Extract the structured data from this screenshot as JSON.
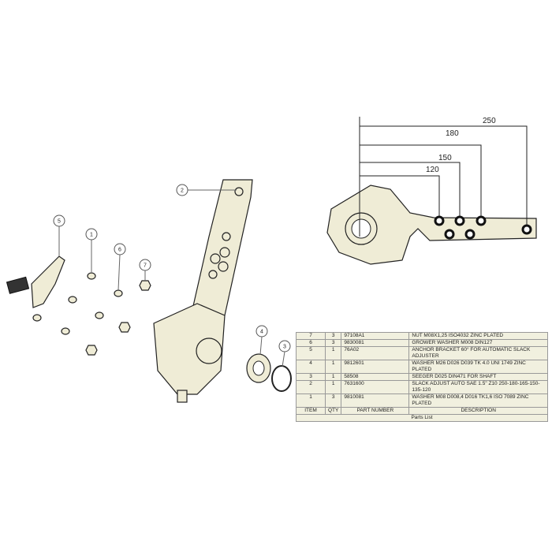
{
  "balloons": {
    "b1": "1",
    "b2": "2",
    "b3": "3",
    "b4": "4",
    "b5": "5",
    "b6": "6",
    "b7": "7"
  },
  "dimensions": {
    "d250": "250",
    "d180": "180",
    "d150": "150",
    "d120": "120"
  },
  "parts_list": {
    "rows": [
      {
        "item": "7",
        "qty": "3",
        "part": "97108A1",
        "desc": "NUT M08X1,25 ISO4032 ZINC PLATED"
      },
      {
        "item": "6",
        "qty": "3",
        "part": "9830081",
        "desc": "GROWER WASHER M008 DIN127"
      },
      {
        "item": "5",
        "qty": "1",
        "part": "76A02",
        "desc": "ANCHOR BRACKET 60° FOR AUTOMATIC SLACK ADJUSTER"
      },
      {
        "item": "4",
        "qty": "1",
        "part": "9812601",
        "desc": "WASHER M26 D026 D039 TK 4.0 UNI 1749 ZINC PLATED"
      },
      {
        "item": "3",
        "qty": "1",
        "part": "58508",
        "desc": "SEEGER D025 DIN471 FOR SHAFT"
      },
      {
        "item": "2",
        "qty": "1",
        "part": "7631600",
        "desc": "SLACK ADJUST AUTO SAE 1.5\" Z10 250-180-165-150-135-120"
      },
      {
        "item": "1",
        "qty": "3",
        "part": "9810081",
        "desc": "WASHER M08 D008,4 D016 TK1,6 ISO 7089 ZINC PLATED"
      }
    ],
    "headers": {
      "item": "ITEM",
      "qty": "QTY",
      "part": "PART NUMBER",
      "desc": "DESCRIPTION"
    },
    "title": "Parts List"
  }
}
